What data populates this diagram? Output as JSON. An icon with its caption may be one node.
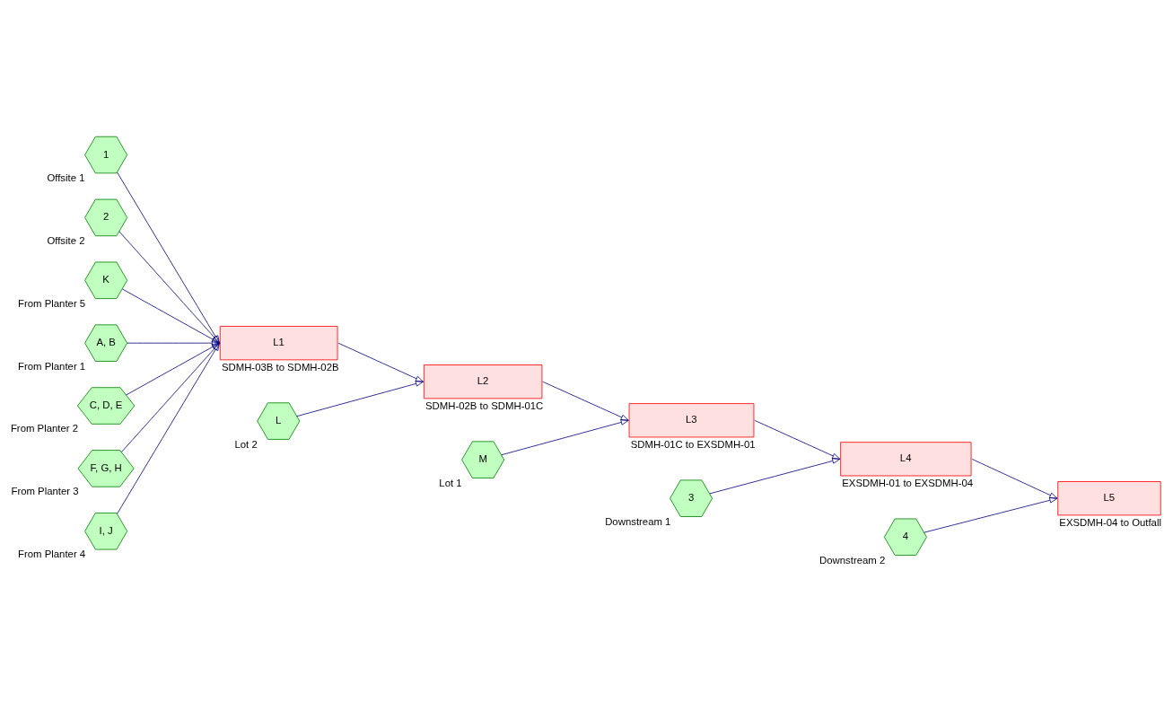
{
  "diagram": {
    "nodes": [
      {
        "text": [
          "1"
        ],
        "beside": [
          "Offsite 1"
        ]
      },
      {
        "text": [
          "2"
        ],
        "beside": [
          "Offsite 2"
        ]
      },
      {
        "text": [
          "L1"
        ],
        "beside": [
          "SDMH-03B to SDMH-02B"
        ]
      },
      {
        "text": [
          "K"
        ],
        "beside": [
          "From Planter 5"
        ]
      },
      {
        "text": [
          "M"
        ],
        "beside": [
          "Lot 1"
        ]
      },
      {
        "text": [
          "A, B"
        ],
        "beside": [
          "From Planter 1"
        ]
      },
      {
        "text": [
          "C, D, E"
        ],
        "beside": [
          "From Planter 2"
        ]
      },
      {
        "text": [
          "F, G, H"
        ],
        "beside": [
          "From Planter 3"
        ]
      },
      {
        "text": [
          "I, J"
        ],
        "beside": [
          "From Planter 4"
        ]
      },
      {
        "text": [
          "L2"
        ],
        "beside": [
          "SDMH-02B to SDMH-01C"
        ]
      },
      {
        "text": [
          "L3"
        ],
        "beside": [
          "SDMH-01C to EXSDMH-01"
        ]
      },
      {
        "text": [
          "L"
        ],
        "beside": [
          "Lot 2"
        ]
      },
      {
        "text": [
          "3"
        ],
        "beside": [
          "Downstream 1"
        ]
      },
      {
        "text": [
          "L4"
        ],
        "beside": [
          "EXSDMH-01 to EXSDMH-04"
        ]
      },
      {
        "text": [
          "L5"
        ],
        "beside": [
          "EXSDMH-04 to Outfall"
        ]
      },
      {
        "text": [
          "4"
        ],
        "beside": [
          "Downstream 2"
        ]
      }
    ],
    "edges": [
      {
        "from": 0,
        "to": 2,
        "arrow": "to"
      },
      {
        "from": 1,
        "to": 2,
        "arrow": "to"
      },
      {
        "from": 3,
        "to": 2,
        "arrow": "to"
      },
      {
        "from": 5,
        "to": 2,
        "arrow": "to"
      },
      {
        "from": 6,
        "to": 2,
        "arrow": "to"
      },
      {
        "from": 7,
        "to": 2,
        "arrow": "to"
      },
      {
        "from": 8,
        "to": 2,
        "arrow": "to"
      },
      {
        "from": 2,
        "to": 9,
        "arrow": "to"
      },
      {
        "from": 11,
        "to": 9,
        "arrow": "to"
      },
      {
        "from": 9,
        "to": 10,
        "arrow": "to"
      },
      {
        "from": 4,
        "to": 10,
        "arrow": "to"
      },
      {
        "from": 10,
        "to": 13,
        "arrow": "to"
      },
      {
        "from": 12,
        "to": 13,
        "arrow": "to"
      },
      {
        "from": 13,
        "to": 14,
        "arrow": "to"
      },
      {
        "from": 15,
        "to": 14,
        "arrow": "to"
      }
    ]
  }
}
